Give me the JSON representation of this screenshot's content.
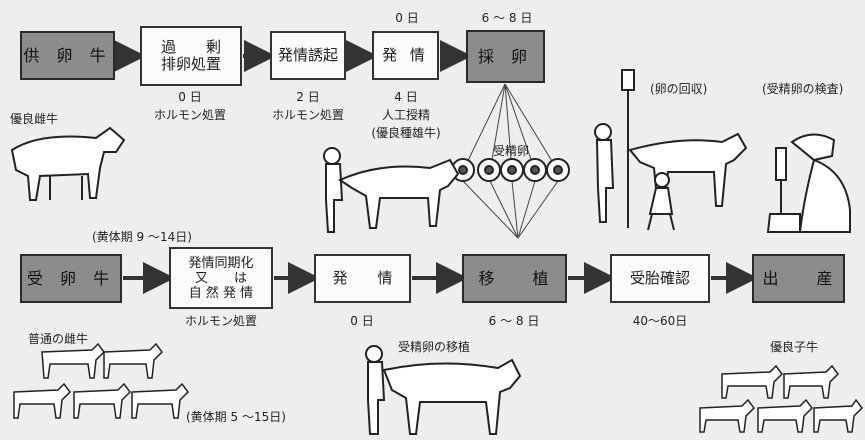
{
  "row1": {
    "boxes": [
      {
        "label": "供 卵 牛"
      },
      {
        "line1": "過　　剰",
        "line2": "排卵処置"
      },
      {
        "label": "発情誘起"
      },
      {
        "label": "発 情"
      },
      {
        "label": "採 卵"
      }
    ],
    "days_above": {
      "estrus": "0 日",
      "collection": "6 ～ 8 日"
    },
    "below": {
      "superovulation_day": "0 日",
      "superovulation_note": "ホルモン処置",
      "induction_day": "2 日",
      "induction_note": "ホルモン処置",
      "estrus_day": "4 日",
      "insemination": "人工授精",
      "sire": "(優良種雄牛)"
    },
    "donor_caption": "優良雌牛",
    "embryo_label": "受精卵",
    "recovery_caption": "(卵の回収)",
    "inspection_caption": "(受精卵の検査)"
  },
  "row2": {
    "luteal_top": "(黄体期 9 ～14日)",
    "boxes": [
      {
        "label": "受 卵 牛"
      },
      {
        "line1": "発情同期化",
        "line2": "又　　は",
        "line3": "自 然 発 情"
      },
      {
        "label": "発　　情"
      },
      {
        "label": "移　　植"
      },
      {
        "label": "受胎確認"
      },
      {
        "label": "出　　産"
      }
    ],
    "below": {
      "sync_note": "ホルモン処置",
      "estrus_day": "0 日",
      "transfer_day": "6 ～ 8 日",
      "confirm_day": "40～60日"
    },
    "recipient_caption": "普通の雌牛",
    "luteal_bottom": "(黄体期 5 ～15日)",
    "transfer_caption": "受精卵の移植",
    "calf_caption": "優良子牛"
  }
}
